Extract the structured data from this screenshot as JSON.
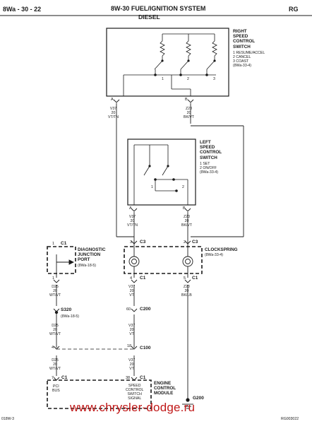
{
  "header": {
    "left": "8Wa - 30 - 22",
    "center_line1": "8W-30 FUEL/IGNITION SYSTEM",
    "center_line2": "DIESEL",
    "right": "RG"
  },
  "right_switch": {
    "title": "RIGHT\nSPEED\nCONTROL\nSWITCH",
    "legend": "1 RESUME/ACCEL\n2 CANCEL\n3 COAST\n(8Wa-33-4)",
    "pos1": "1",
    "pos2": "2",
    "pos3": "3",
    "pin_a": "A",
    "pin_b": "B"
  },
  "left_switch": {
    "title": "LEFT\nSPEED\nCONTROL\nSWITCH",
    "legend": "1 SET\n2 ON/OFF\n(8Wa-33-4)",
    "pos1": "1",
    "pos2": "2",
    "pin_a": "A",
    "pin_b": "B"
  },
  "wires": {
    "v37_a": "V37\n20\nVT/TN",
    "z23_a": "Z23\n20\nBK/VT",
    "v37_b": "V37\n20\nVT/TN",
    "z23_b": "Z23\n20\nBK/VT",
    "d25_a": "D25\n20\nWT/VT",
    "v37_c": "V37\n20\nVT",
    "z23_c": "Z23\n20\nBK/LB",
    "d25_b": "D25\n20\nWT/VT",
    "v37_d": "V37\n20\nVT",
    "d25_c": "D25\n20\nWT/VT",
    "v37_e": "V37\n20\nVT"
  },
  "clockspring": {
    "title": "CLOCKSPRING",
    "ref": "(8Wa-33-4)",
    "c3": "C3",
    "c1": "C1",
    "pin3": "3",
    "pin2": "2",
    "pin4": "4",
    "pin5": "5",
    "sep": "1"
  },
  "djp": {
    "title": "DIAGNOSTIC\nJUNCTION\nPORT",
    "ref": "(8Wa-18-5)",
    "c1": "C1",
    "pin_top": "1",
    "pin_bot": "1"
  },
  "splice": {
    "name": "S320",
    "ref": "(8Wa-18-5)"
  },
  "c200": {
    "name": "C200",
    "pin": "60"
  },
  "c100": {
    "name": "C100",
    "pin_left": "4",
    "pin_right": "18"
  },
  "ecm": {
    "title": "ENGINE\nCONTROL\nMODULE",
    "c1a": "C1",
    "c1b": "C1",
    "pin7": "7",
    "pin38": "38",
    "pci_label": "PCI\nBUS",
    "switch_label": "SPEED\nCONTROL\nSWITCH\nSIGNAL"
  },
  "ground": {
    "name": "G200"
  },
  "footer": {
    "left": "018W-3",
    "right": "RG003022"
  },
  "watermark": "www.chrysler-dodge.ru",
  "colors": {
    "ink": "#1a1a1a",
    "watermark": "#c01818"
  }
}
